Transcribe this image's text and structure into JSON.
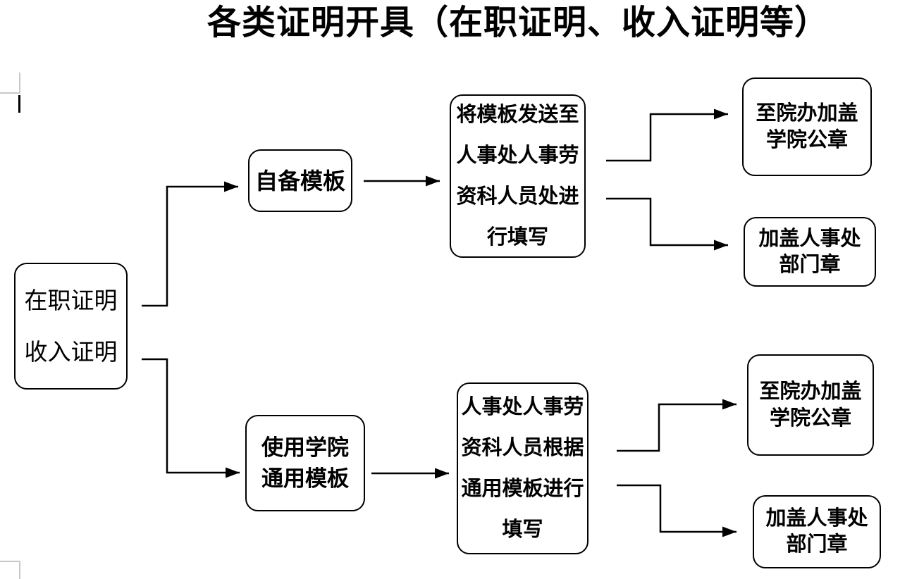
{
  "title": "各类证明开具（在职证明、收入证明等）",
  "colors": {
    "line": "#000000",
    "text": "#000000",
    "background": "#ffffff",
    "margin_mark": "#c8c8c8"
  },
  "nodes": {
    "source": {
      "lines": [
        "在职证明",
        "收入证明"
      ]
    },
    "own_template": {
      "lines": [
        "自备模板"
      ]
    },
    "own_fill": {
      "lines": [
        "将模板发送至",
        "人事处人事劳",
        "资科人员处进",
        "行填写"
      ]
    },
    "own_college_seal": {
      "lines": [
        "至院办加盖",
        "学院公章"
      ]
    },
    "own_hr_seal": {
      "lines": [
        "加盖人事处",
        "部门章"
      ]
    },
    "college_template": {
      "lines": [
        "使用学院",
        "通用模板"
      ]
    },
    "college_fill": {
      "lines": [
        "人事处人事劳",
        "资科人员根据",
        "通用模板进行",
        "填写"
      ]
    },
    "college_college_seal": {
      "lines": [
        "至院办加盖",
        "学院公章"
      ]
    },
    "college_hr_seal": {
      "lines": [
        "加盖人事处",
        "部门章"
      ]
    }
  },
  "edges": [
    {
      "from": "source",
      "to": "own_template"
    },
    {
      "from": "source",
      "to": "college_template"
    },
    {
      "from": "own_template",
      "to": "own_fill"
    },
    {
      "from": "own_fill",
      "to": "own_college_seal"
    },
    {
      "from": "own_fill",
      "to": "own_hr_seal"
    },
    {
      "from": "college_template",
      "to": "college_fill"
    },
    {
      "from": "college_fill",
      "to": "college_college_seal"
    },
    {
      "from": "college_fill",
      "to": "college_hr_seal"
    }
  ]
}
